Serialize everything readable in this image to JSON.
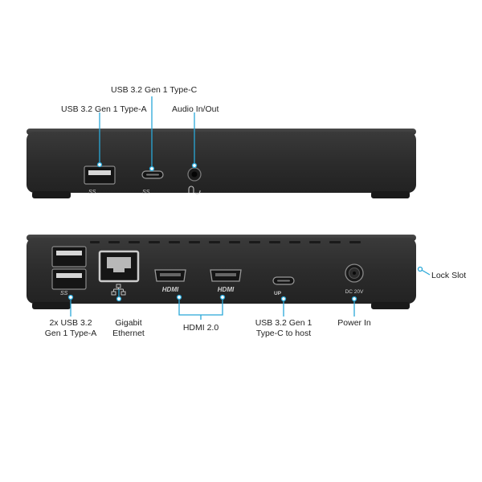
{
  "front_labels": {
    "usb_typec": "USB 3.2 Gen 1 Type-C",
    "usb_typea": "USB 3.2 Gen 1 Type-A",
    "audio": "Audio In/Out"
  },
  "rear_labels": {
    "dual_usb_line1": "2x USB 3.2",
    "dual_usb_line2": "Gen 1 Type-A",
    "ethernet_line1": "Gigabit",
    "ethernet_line2": "Ethernet",
    "hdmi": "HDMI 2.0",
    "usbc_host_line1": "USB 3.2 Gen 1",
    "usbc_host_line2": "Type-C to host",
    "power": "Power In",
    "lock": "Lock Slot"
  },
  "device_markings": {
    "ss_front_a": "SS",
    "ss_front_c": "SS",
    "ss_rear": "SS",
    "hdmi_logo_1": "HDMI",
    "hdmi_logo_2": "HDMI",
    "up_mark": "UP",
    "dc_mark": "DC 20V"
  },
  "colors": {
    "callout": "#29a8d8",
    "device_body": "#2b2b2b",
    "background": "#ffffff"
  }
}
